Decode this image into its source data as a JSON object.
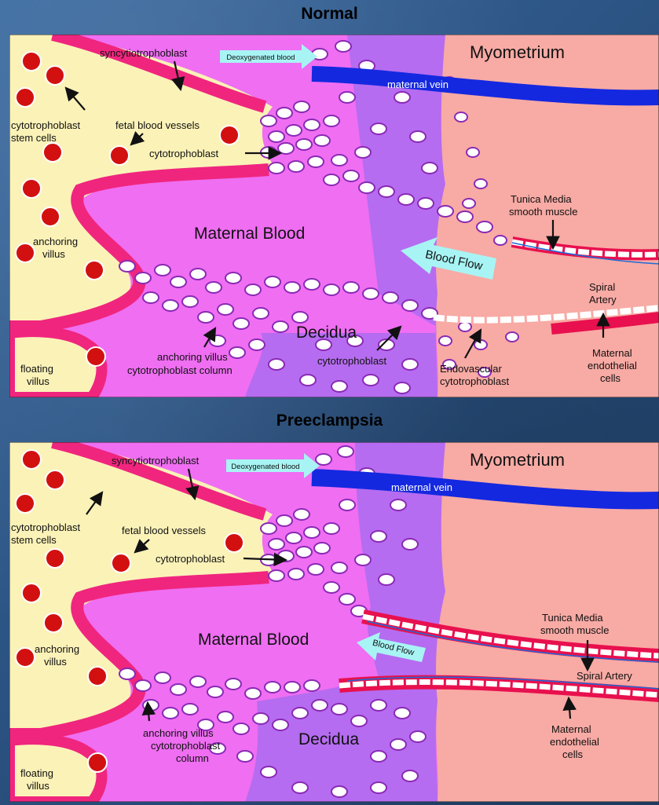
{
  "colors": {
    "background": "#2f5a8c",
    "yellow_tissue": "#fbf2b8",
    "maternal_blood": "#ef6ef2",
    "decidua": "#b56cf0",
    "myometrium": "#f8aaa4",
    "syncytiotrophoblast": "#f0257e",
    "fetal_rbc": "#d21010",
    "maternal_vein": "#1428e0",
    "artery_wall": "#e8104e",
    "flow_arrow": "#a8f4f4",
    "cell_outline": "#8a2ab4"
  },
  "panels": {
    "normal": {
      "title": "Normal",
      "labels": {
        "syncytiotrophoblast": "syncytiotrophoblast",
        "deoxygenated_blood": "Deoxygenated blood",
        "myometrium": "Myometrium",
        "maternal_vein": "maternal vein",
        "cytotrophoblast_stem_1": "cytotrophoblast",
        "cytotrophoblast_stem_2": "stem cells",
        "fetal_blood_vessels": "fetal blood vessels",
        "cytotrophoblast": "cytotrophoblast",
        "tunica_media_1": "Tunica Media",
        "tunica_media_2": "smooth muscle",
        "maternal_blood": "Maternal Blood",
        "anchoring_villus_1": "anchoring",
        "anchoring_villus_2": "villus",
        "blood_flow": "Blood Flow",
        "spiral_artery_1": "Spiral",
        "spiral_artery_2": "Artery",
        "decidua": "Decidua",
        "column_1": "anchoring villus",
        "column_2": "cytotrophoblast column",
        "cytotrophoblast_decidua": "cytotrophoblast",
        "endovascular_1": "Endovascular",
        "endovascular_2": "cytotrophoblast",
        "endothelial_1": "Maternal",
        "endothelial_2": "endothelial",
        "endothelial_3": "cells",
        "floating_villus_1": "floating",
        "floating_villus_2": "villus"
      }
    },
    "preeclampsia": {
      "title": "Preeclampsia",
      "labels": {
        "syncytiotrophoblast": "syncytiotrophoblast",
        "deoxygenated_blood": "Deoxygenated blood",
        "myometrium": "Myometrium",
        "maternal_vein": "maternal vein",
        "cytotrophoblast_stem_1": "cytotrophoblast",
        "cytotrophoblast_stem_2": "stem cells",
        "fetal_blood_vessels": "fetal blood vessels",
        "cytotrophoblast": "cytotrophoblast",
        "tunica_media_1": "Tunica Media",
        "tunica_media_2": "smooth muscle",
        "maternal_blood": "Maternal Blood",
        "anchoring_villus_1": "anchoring",
        "anchoring_villus_2": "villus",
        "blood_flow": "Blood Flow",
        "spiral_artery": "Spiral Artery",
        "decidua": "Decidua",
        "column_1": "anchoring villus",
        "column_2": "cytotrophoblast",
        "column_3": "column",
        "endothelial_1": "Maternal",
        "endothelial_2": "endothelial",
        "endothelial_3": "cells",
        "floating_villus_1": "floating",
        "floating_villus_2": "villus"
      }
    }
  }
}
